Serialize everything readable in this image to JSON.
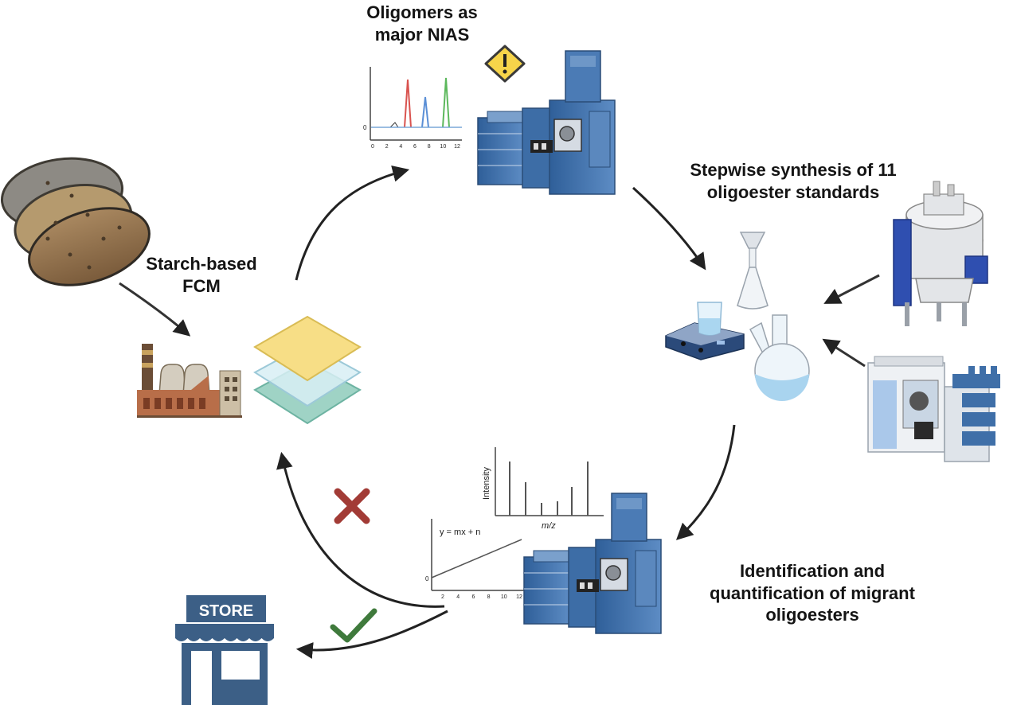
{
  "labels": {
    "starch_fcm": [
      "Starch-based",
      "FCM"
    ],
    "oligomers": [
      "Oligomers as",
      "major NIAS"
    ],
    "synthesis": [
      "Stepwise synthesis of 11",
      "oligoester standards"
    ],
    "identification": [
      "Identification and",
      "quantification of migrant",
      "oligoesters"
    ]
  },
  "chromatogram": {
    "ytick": "0",
    "xticks": [
      "0",
      "2",
      "4",
      "6",
      "8",
      "10",
      "12"
    ]
  },
  "mass_spectrum": {
    "ylabel": "Intensity",
    "xlabel": "m/z"
  },
  "calibration": {
    "equation": "y = mx + n",
    "ytick": "0",
    "xticks": [
      "2",
      "4",
      "6",
      "8",
      "10",
      "12"
    ]
  },
  "store_sign": "STORE",
  "icons": [
    "potato-icon",
    "factory-icon",
    "film-layers-icon",
    "warning-icon",
    "lc-ms-instrument-icon",
    "glassware-icon",
    "nmr-icon",
    "hplc-icon",
    "cross-icon",
    "check-icon",
    "store-icon"
  ],
  "colors": {
    "instrument_blue": "#3f6fa8",
    "warning_yellow": "#f6d44a",
    "cross_red": "#a23b36",
    "check_green": "#3f7a3c",
    "store_blue": "#3c5f86"
  }
}
